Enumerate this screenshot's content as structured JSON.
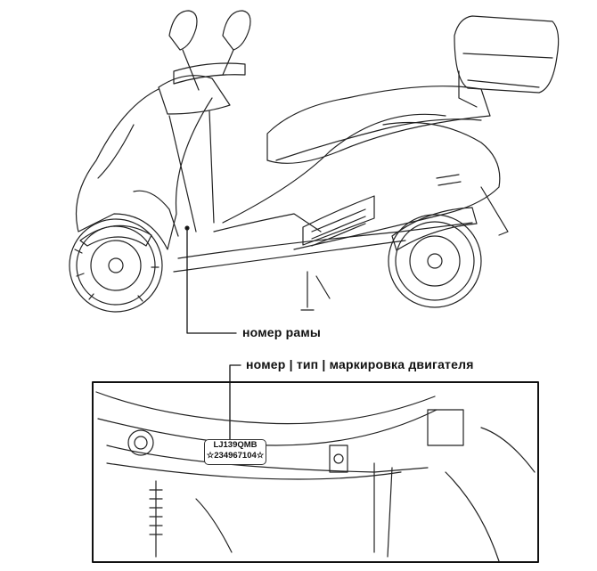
{
  "labels": {
    "frame_number": "номер рамы",
    "engine_marking": "номер | тип | маркировка двигателя"
  },
  "engine_plate": {
    "type": "LJ139QMB",
    "number": "☆234967104☆"
  }
}
